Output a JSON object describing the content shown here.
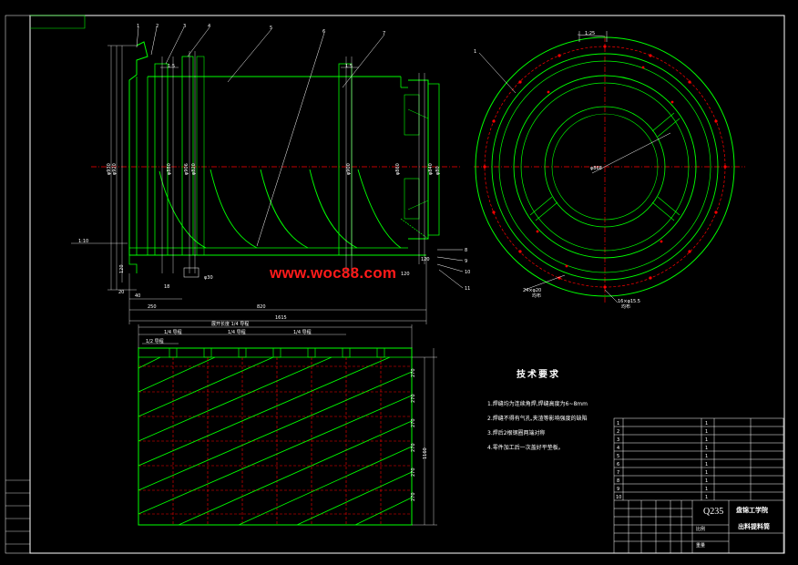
{
  "watermark": "www.woc88.com",
  "tech_req": {
    "title": "技术要求",
    "items": [
      "1.焊缝均为连续角焊,焊缝高度为6~8mm",
      "2.焊缝不得有气孔,夹渣等影响强度的缺陷",
      "3.焊后2根钢圈两端对称",
      "4.零件加工后一次盖好平垫板。"
    ]
  },
  "title_block": {
    "material": "Q235",
    "school": "盘锦工学院",
    "drawing_name": "出料提料筒"
  },
  "colors": {
    "background": "#000000",
    "outline": "#00ff00",
    "dimension": "#ffffff",
    "hidden": "#ff0000",
    "frame": "#ffffff"
  }
}
